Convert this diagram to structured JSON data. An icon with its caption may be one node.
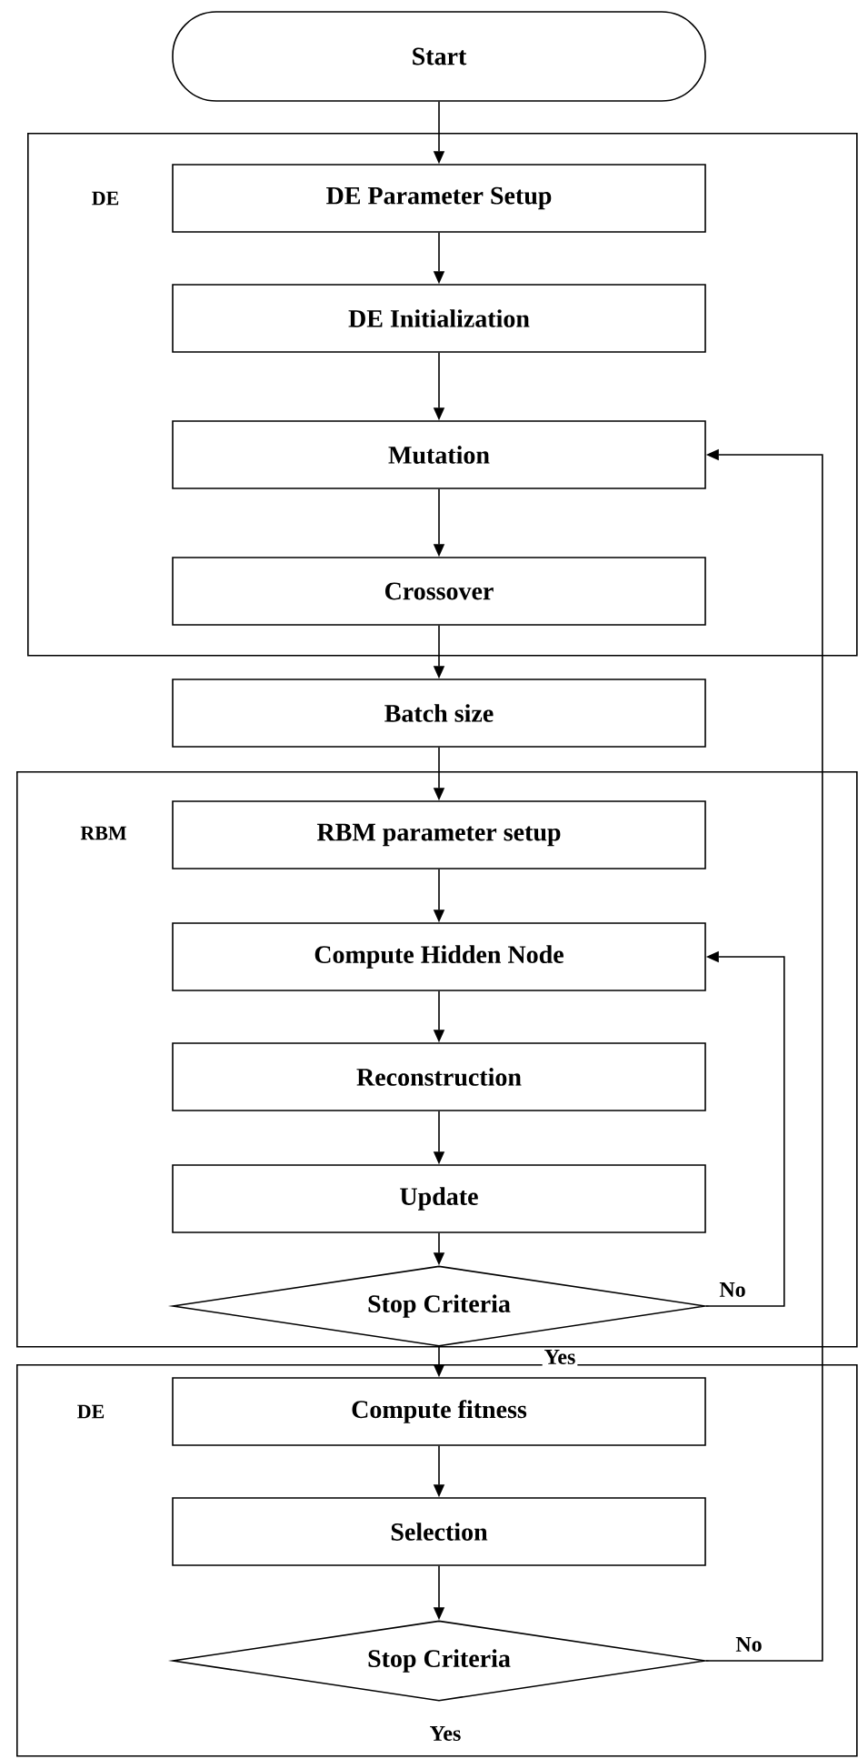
{
  "diagram": {
    "nodes": [
      {
        "text": [
          "Start"
        ]
      },
      {
        "text": [
          "DE"
        ]
      },
      {
        "text": [
          "DE Parameter Setup"
        ],
        "in": 1
      },
      {
        "text": [
          "DE Initialization"
        ],
        "in": 1
      },
      {
        "text": [
          "Mutation"
        ],
        "in": 1
      },
      {
        "text": [
          "Crossover"
        ],
        "in": 1
      },
      {
        "text": [
          "Batch size"
        ]
      },
      {
        "text": [
          "RBM"
        ]
      },
      {
        "text": [
          "RBM parameter setup"
        ],
        "in": 7
      },
      {
        "text": [
          "Compute Hidden Node"
        ],
        "in": 7
      },
      {
        "text": [
          "Reconstruction"
        ],
        "in": 7
      },
      {
        "text": [
          "Update"
        ],
        "in": 7
      },
      {
        "text": [
          "Stop Criteria"
        ],
        "in": 7
      },
      {
        "text": [
          "DE"
        ]
      },
      {
        "text": [
          "Compute fitness"
        ],
        "in": 13
      },
      {
        "text": [
          "Selection"
        ],
        "in": 13
      },
      {
        "text": [
          "Stop Criteria"
        ],
        "in": 13
      }
    ],
    "edges": [
      {
        "from": 0,
        "to": 2,
        "arrow": "to"
      },
      {
        "from": 2,
        "to": 3,
        "arrow": "to"
      },
      {
        "from": 3,
        "to": 4,
        "arrow": "to"
      },
      {
        "from": 4,
        "to": 5,
        "arrow": "to"
      },
      {
        "from": 5,
        "to": 6,
        "arrow": "to"
      },
      {
        "from": 6,
        "to": 8,
        "arrow": "to"
      },
      {
        "from": 8,
        "to": 9,
        "arrow": "to"
      },
      {
        "from": 9,
        "to": 10,
        "arrow": "to"
      },
      {
        "from": 10,
        "to": 11,
        "arrow": "to"
      },
      {
        "from": 11,
        "to": 12,
        "arrow": "to"
      },
      {
        "from": 12,
        "to": 9,
        "arrow": "to",
        "label": "No"
      },
      {
        "from": 12,
        "to": 14,
        "arrow": "to",
        "label": "Yes"
      },
      {
        "from": 14,
        "to": 15,
        "arrow": "to"
      },
      {
        "from": 15,
        "to": 16,
        "arrow": "to"
      },
      {
        "from": 16,
        "to": 4,
        "arrow": "to",
        "label": "No"
      }
    ],
    "labels": [
      "Yes"
    ]
  }
}
